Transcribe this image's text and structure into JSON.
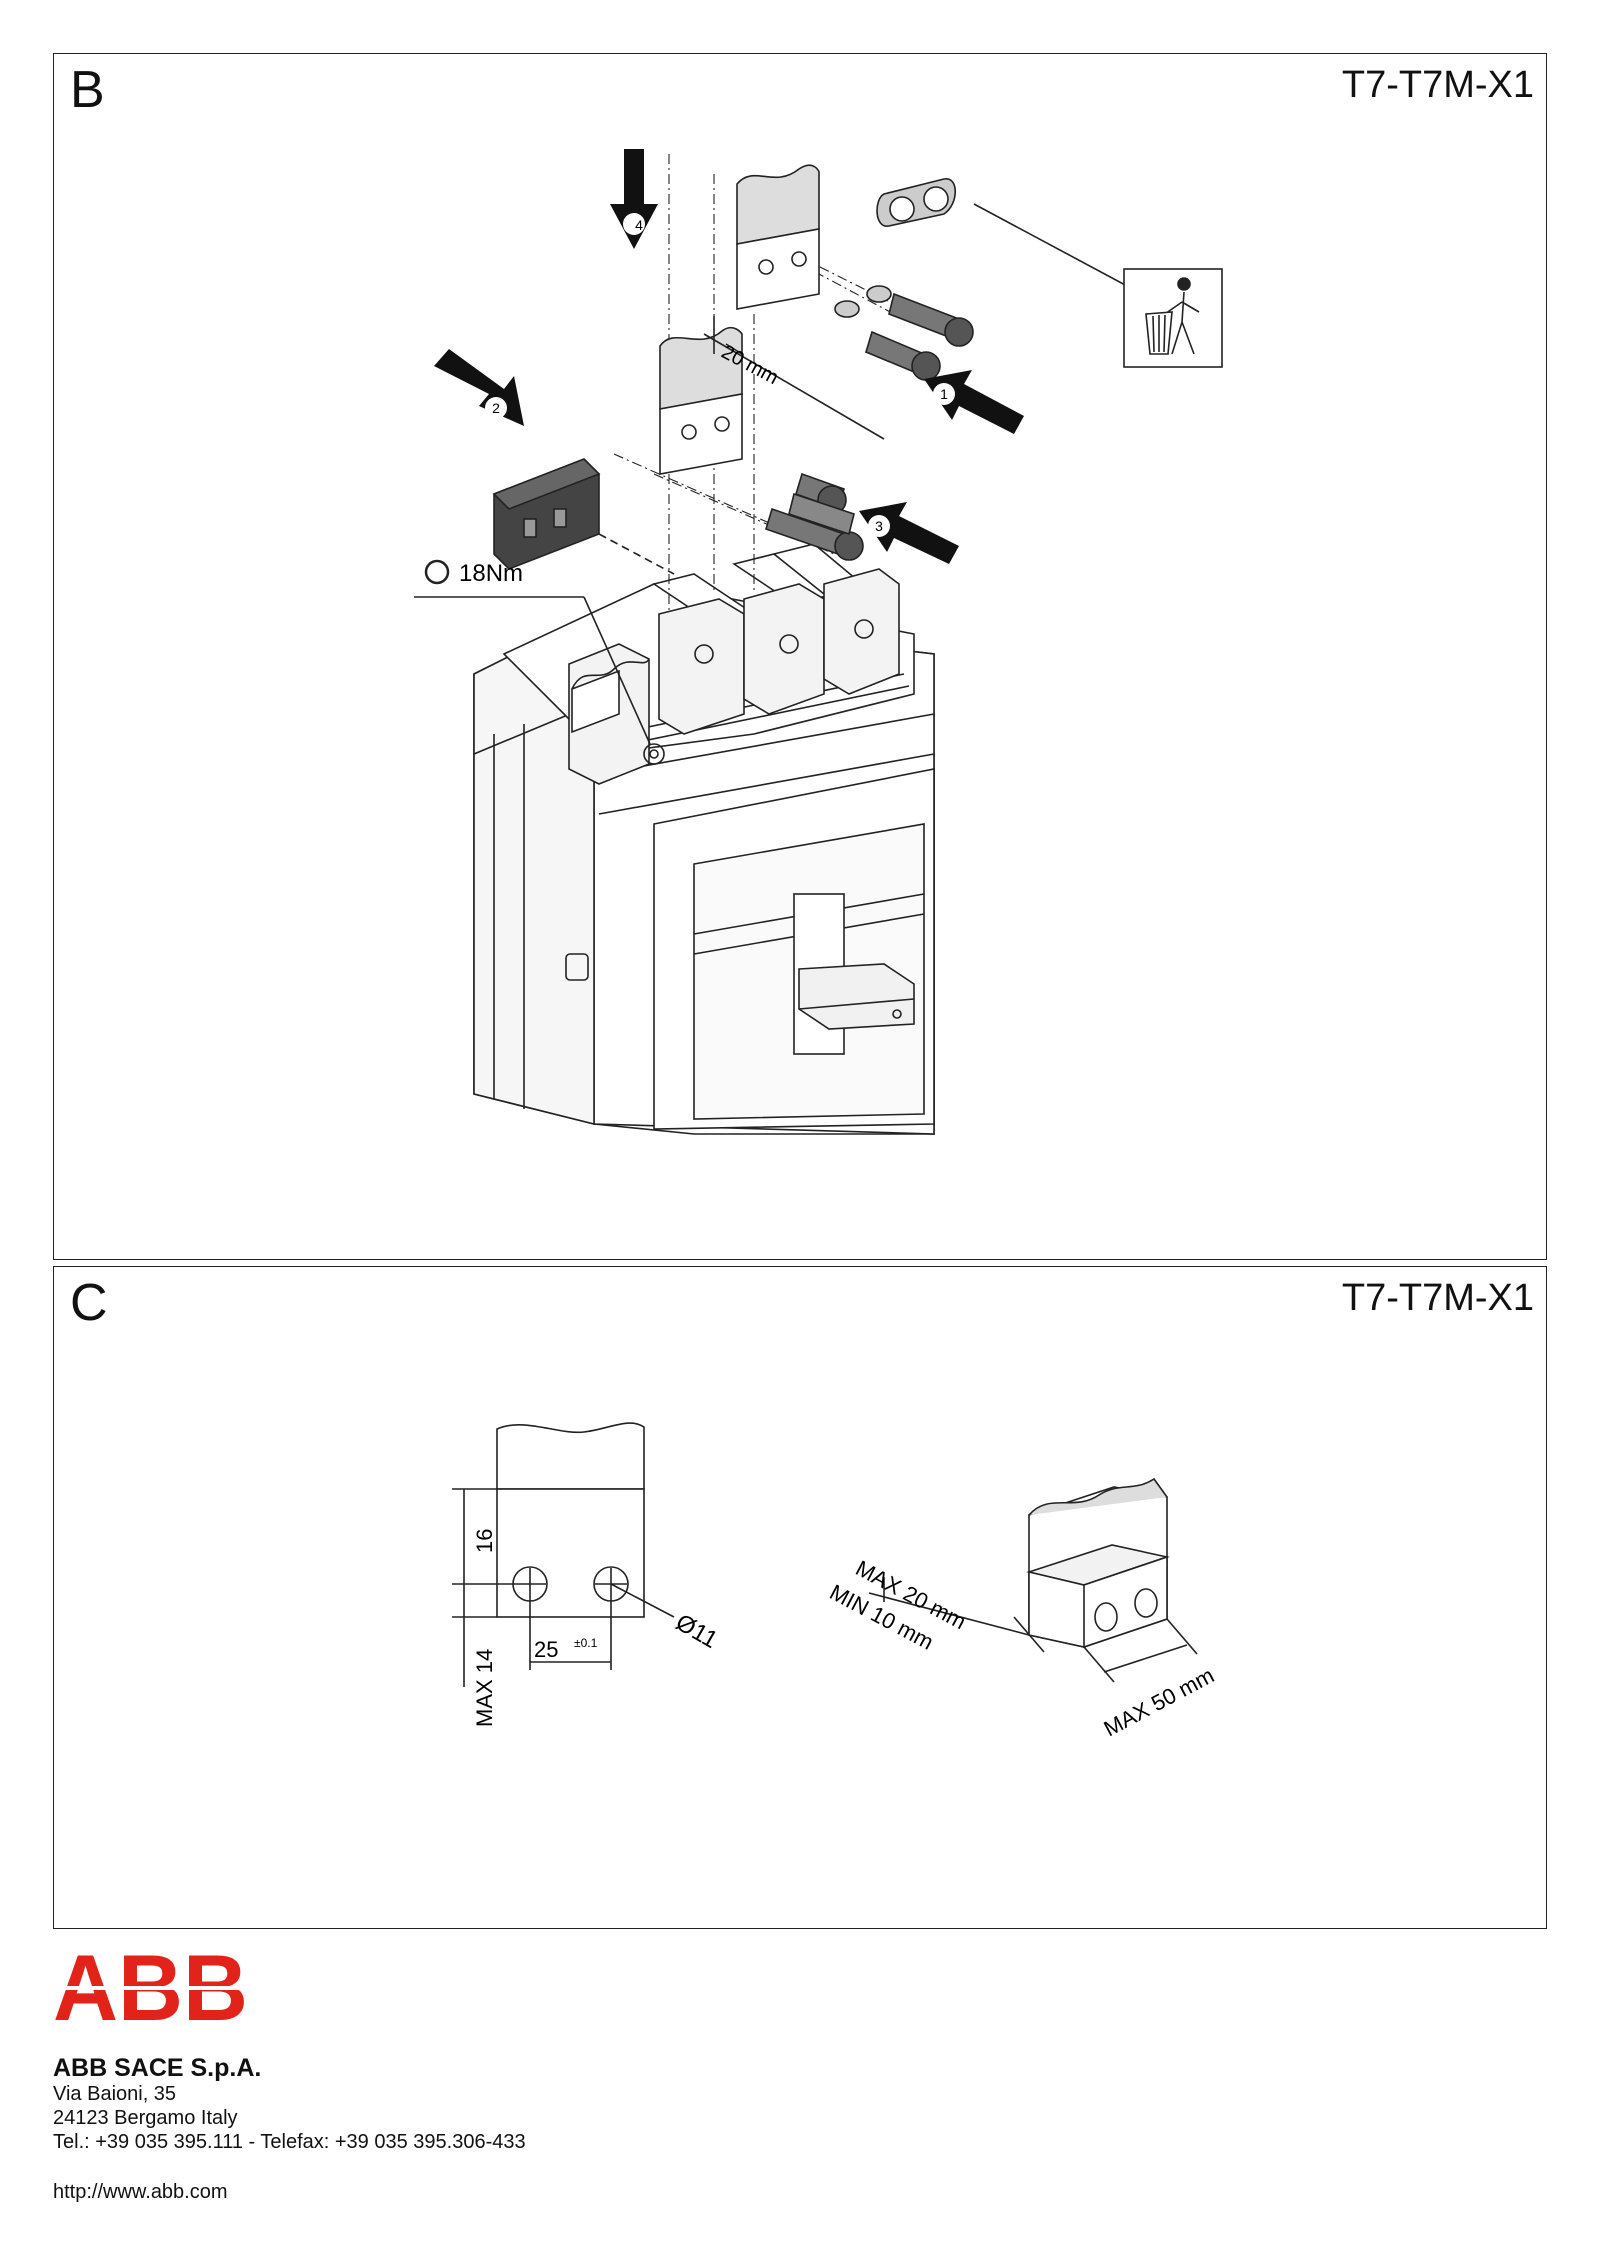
{
  "panel_b": {
    "letter": "B",
    "model": "T7-T7M-X1",
    "step_labels": [
      "1",
      "2",
      "3",
      "4"
    ],
    "dimension_label": "20 mm",
    "torque_label": "18Nm",
    "icon": "trash-bin-icon"
  },
  "panel_c": {
    "letter": "C",
    "model": "T7-T7M-X1",
    "dims": {
      "height_16": "16",
      "max_14": "MAX 14",
      "spacing": "25",
      "tolerance": "±0.1",
      "diameter": "Ø11",
      "max_20": "MAX 20 mm",
      "min_10": "MIN 10 mm",
      "max_50": "MAX 50 mm"
    }
  },
  "footer": {
    "logo_text": "ABB",
    "logo_color": "#e2231a",
    "company": "ABB SACE S.p.A.",
    "address_1": "Via Baioni, 35",
    "address_2": "24123 Bergamo Italy",
    "phone": "Tel.: +39 035 395.111 - Telefax: +39 035 395.306-433",
    "website": "http://www.abb.com"
  }
}
